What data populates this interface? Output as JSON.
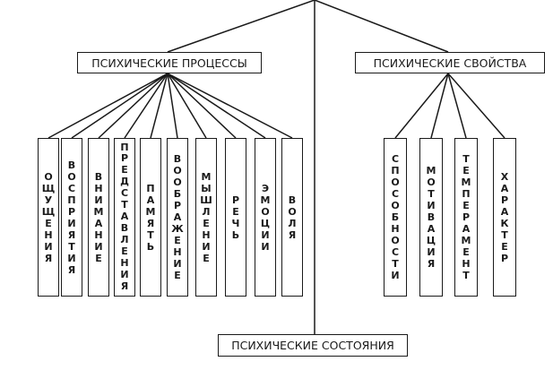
{
  "colors": {
    "line": "#1a1a1a",
    "background": "#ffffff"
  },
  "top_labels": {
    "processes": "ПСИХИЧЕСКИЕ ПРОЦЕССЫ",
    "properties": "ПСИХИЧЕСКИЕ СВОЙСТВА",
    "states": "ПСИХИЧЕСКИЕ СОСТОЯНИЯ"
  },
  "processes": [
    "ОЩУЩЕНИЯ",
    "ВОСПРИЯТИЯ",
    "ВНИМАНИЕ",
    "ПРЕДСТАВЛЕНИЯ",
    "ПАМЯТЬ",
    "ВООБРАЖЕНИЕ",
    "МЫШЛЕНИЕ",
    "РЕЧЬ",
    "ЭМОЦИИ",
    "ВОЛЯ"
  ],
  "properties": [
    "СПОСОБНОСТИ",
    "МОТИВАЦИЯ",
    "ТЕМПЕРАМЕНТ",
    "ХАРАКТЕР"
  ]
}
